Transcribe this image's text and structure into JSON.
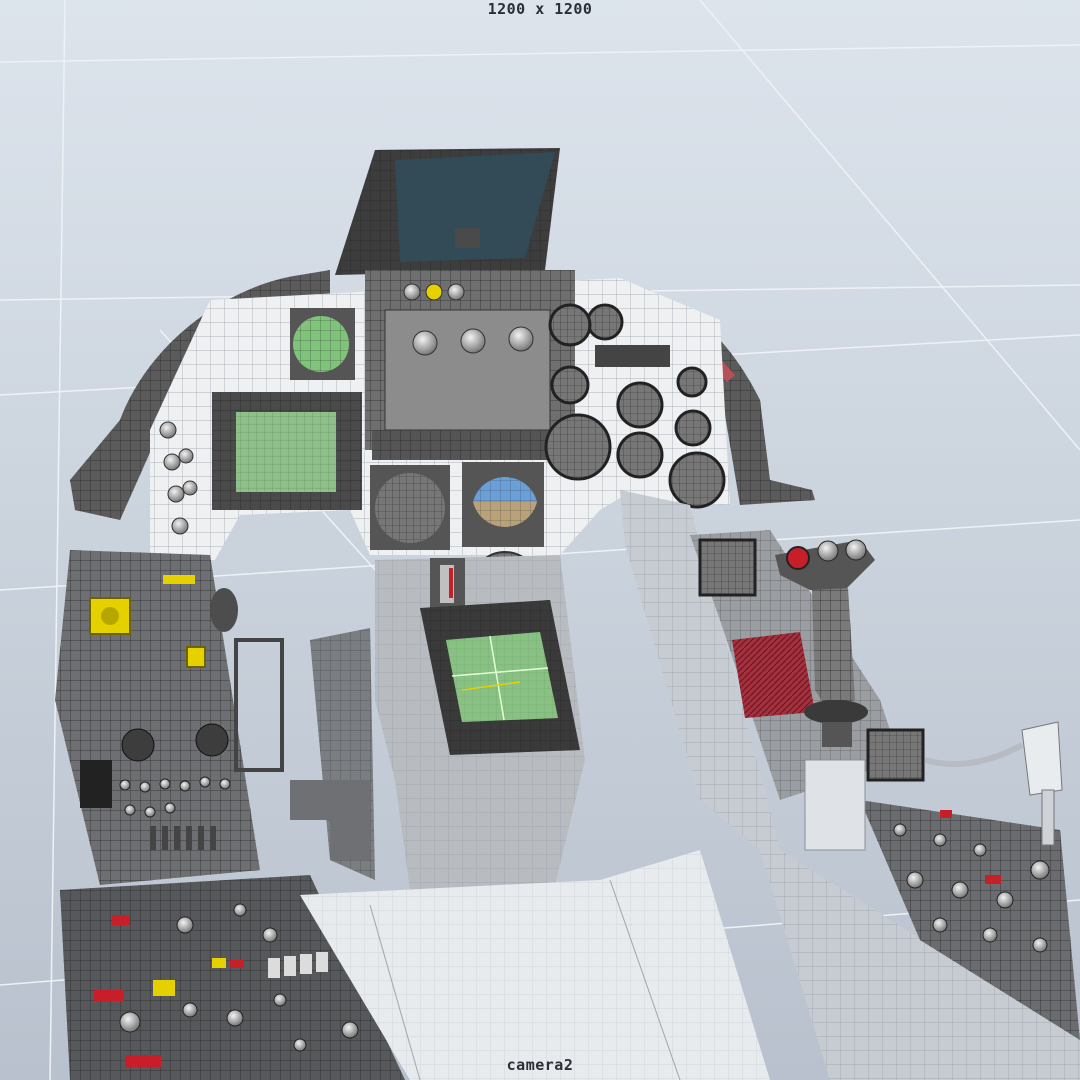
{
  "viewport": {
    "resolution_label": "1200 x 1200",
    "camera_label": "camera2"
  },
  "colors": {
    "background": "#ccd4de",
    "grid": "#e8edf3",
    "wire_dark": "#3a3a3a",
    "panel_gray": "#8a8c8f",
    "body_light": "#e9ecef",
    "accent_yellow": "#e5d000",
    "accent_red": "#c81e2a",
    "mfd_green": "#7fc47a",
    "adi_blue": "#6a9fd8"
  },
  "scene_objects": [
    "grid-floor",
    "canopy-frame",
    "hud-combiner",
    "main-instrument-panel",
    "left-mfd",
    "center-mfd",
    "attitude-indicator",
    "left-console",
    "right-console",
    "side-stick",
    "center-pedestal",
    "seat-front"
  ]
}
